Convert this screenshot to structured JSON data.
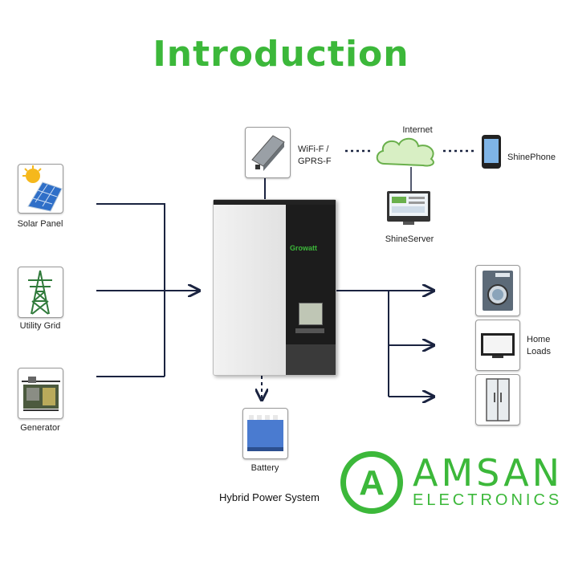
{
  "title": "Introduction",
  "inputs": {
    "solar": "Solar Panel",
    "grid": "Utility Grid",
    "generator": "Generator"
  },
  "monitoring": {
    "wifi_line1": "WiFi-F /",
    "wifi_line2": "GPRS-F",
    "internet": "Internet",
    "phone": "ShinePhone",
    "server": "ShineServer"
  },
  "inverter": {
    "brand": "Growatt"
  },
  "battery": "Battery",
  "home_loads": {
    "line1": "Home",
    "line2": "Loads"
  },
  "caption": "Hybrid Power System",
  "logo": {
    "name": "AMSAN",
    "sub": "ELECTRONICS",
    "mark": "A"
  },
  "colors": {
    "title": "#3cb83a",
    "line": "#1a2340",
    "brand": "#3cb83a"
  }
}
